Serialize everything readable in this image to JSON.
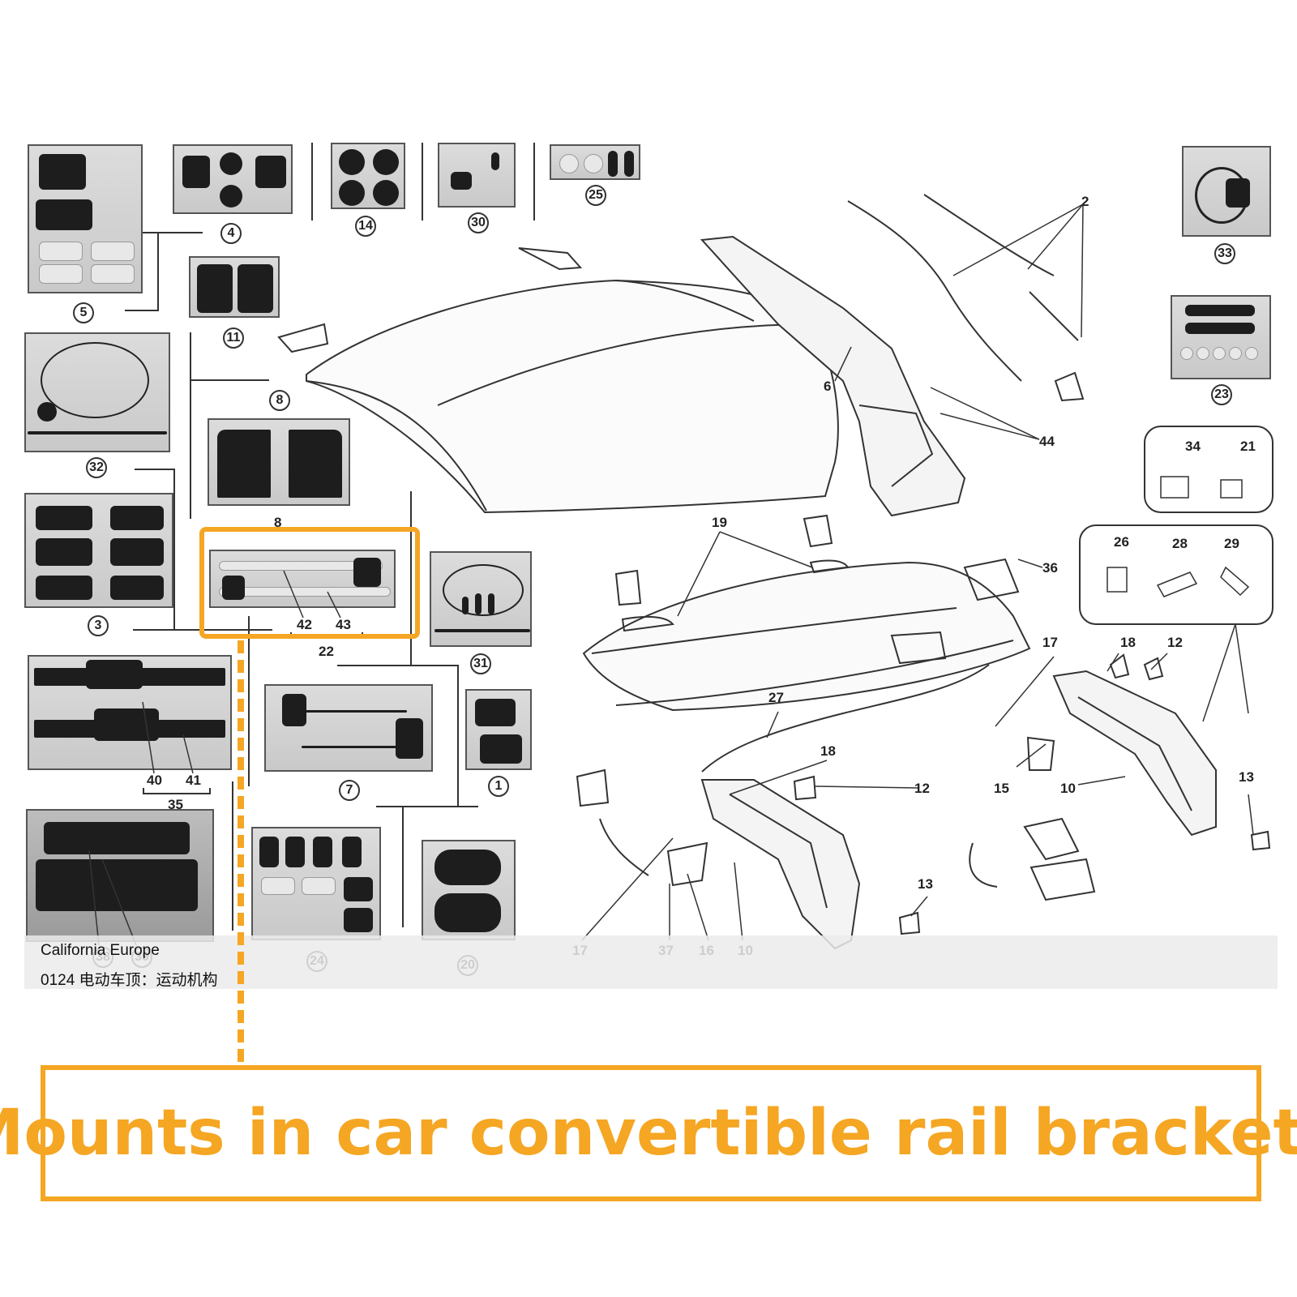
{
  "diagram": {
    "part_numbers": [
      "1",
      "2",
      "3",
      "4",
      "5",
      "6",
      "7",
      "8",
      "10",
      "11",
      "12",
      "13",
      "14",
      "15",
      "16",
      "17",
      "18",
      "19",
      "20",
      "21",
      "22",
      "23",
      "24",
      "25",
      "26",
      "27",
      "28",
      "29",
      "30",
      "31",
      "32",
      "33",
      "34",
      "35",
      "36",
      "37",
      "38",
      "39",
      "40",
      "41",
      "42",
      "43",
      "44"
    ],
    "circled": {
      "n4": "4",
      "n14": "14",
      "n30": "30",
      "n25": "25",
      "n33": "33",
      "n5": "5",
      "n11": "11",
      "n8": "8",
      "n32": "32",
      "n3": "3",
      "n31": "31",
      "n7": "7",
      "n1": "1",
      "n23": "23",
      "n24": "24",
      "n20": "20",
      "n38": "38",
      "n39": "39"
    },
    "plain": {
      "p2": "2",
      "p6": "6",
      "p44": "44",
      "p19": "19",
      "p36": "36",
      "p34": "34",
      "p21": "21",
      "p26": "26",
      "p28": "28",
      "p29": "29",
      "p17a": "17",
      "p18a": "18",
      "p12a": "12",
      "p27": "27",
      "p18b": "18",
      "p12b": "12",
      "p15": "15",
      "p10a": "10",
      "p13a": "13",
      "p13b": "13",
      "p17b": "17",
      "p37": "37",
      "p16": "16",
      "p10b": "10",
      "p42": "42",
      "p43": "43",
      "p22": "22",
      "p40": "40",
      "p41": "41",
      "p35": "35",
      "p8b": "8"
    }
  },
  "footer": {
    "model": "California Europe",
    "section": "0124 电动车顶：运动机构"
  },
  "callout": {
    "text": "Mounts in car convertible rail brackets",
    "color": "#f5a623"
  }
}
